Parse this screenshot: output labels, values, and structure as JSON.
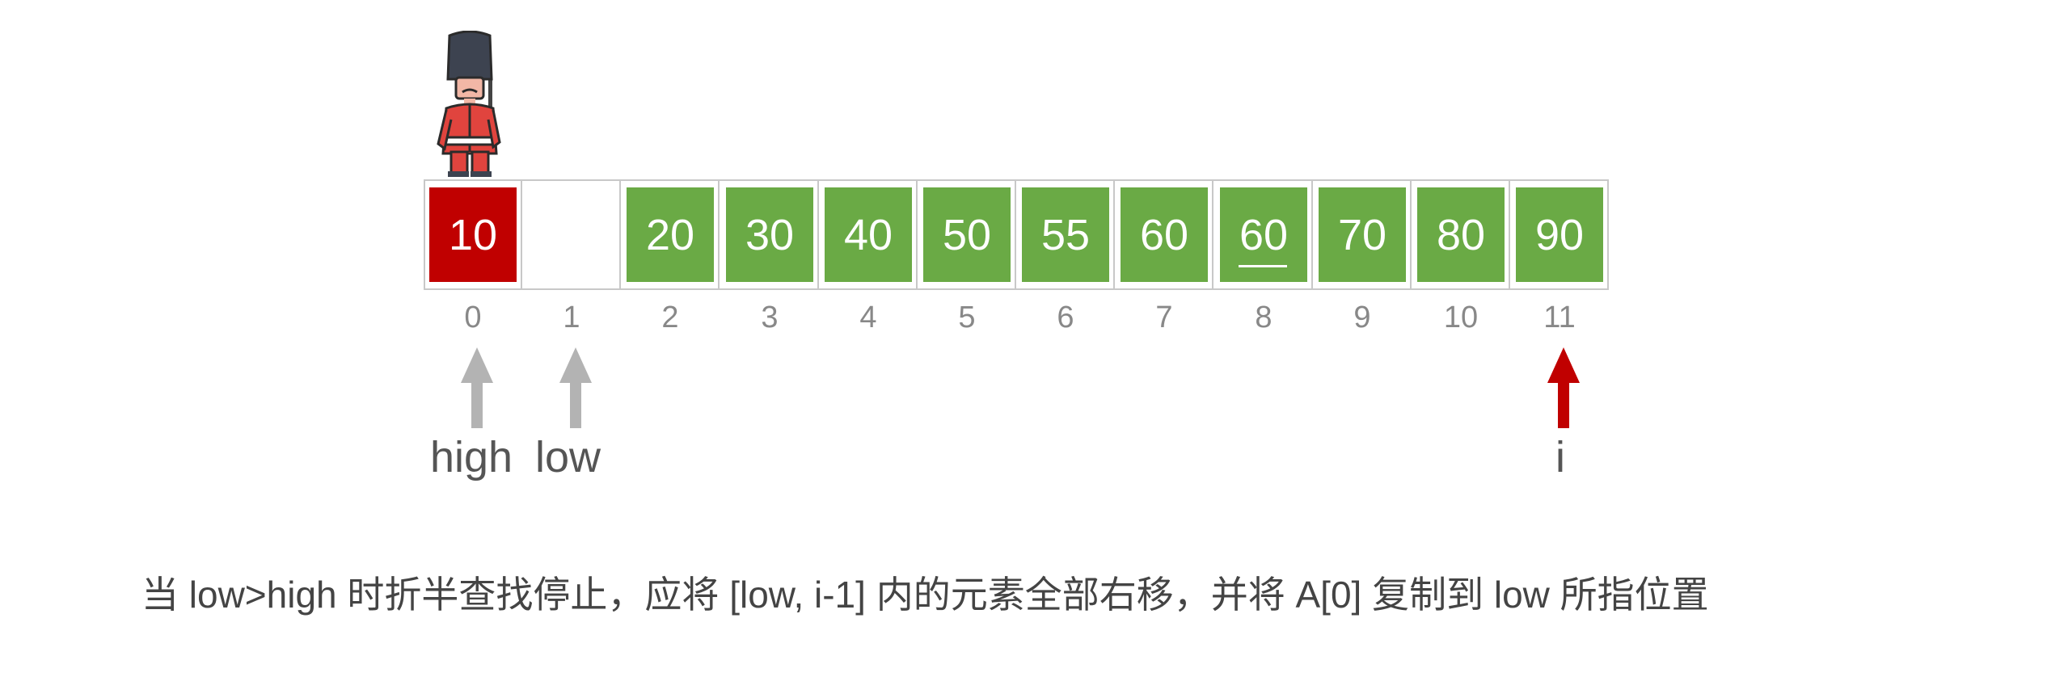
{
  "array": {
    "cells": [
      {
        "index": "0",
        "value": "10",
        "style": "red"
      },
      {
        "index": "1",
        "value": "",
        "style": "empty"
      },
      {
        "index": "2",
        "value": "20",
        "style": "green"
      },
      {
        "index": "3",
        "value": "30",
        "style": "green"
      },
      {
        "index": "4",
        "value": "40",
        "style": "green"
      },
      {
        "index": "5",
        "value": "50",
        "style": "green"
      },
      {
        "index": "6",
        "value": "55",
        "style": "green"
      },
      {
        "index": "7",
        "value": "60",
        "style": "green"
      },
      {
        "index": "8",
        "value": "60",
        "style": "green",
        "underlined": true
      },
      {
        "index": "9",
        "value": "70",
        "style": "green"
      },
      {
        "index": "10",
        "value": "80",
        "style": "green"
      },
      {
        "index": "11",
        "value": "90",
        "style": "green"
      }
    ]
  },
  "pointers": {
    "high": "high",
    "low": "low",
    "i": "i"
  },
  "caption": "当 low>high 时折半查找停止，应将 [low, i-1] 内的元素全部右移，并将 A[0] 复制到 low 所指位置",
  "colors": {
    "green": "#6aaa45",
    "red": "#c00000",
    "grey_arrow": "#b3b3b3",
    "red_arrow": "#c00000"
  },
  "icons": {
    "guard": "royal-guard-icon"
  }
}
